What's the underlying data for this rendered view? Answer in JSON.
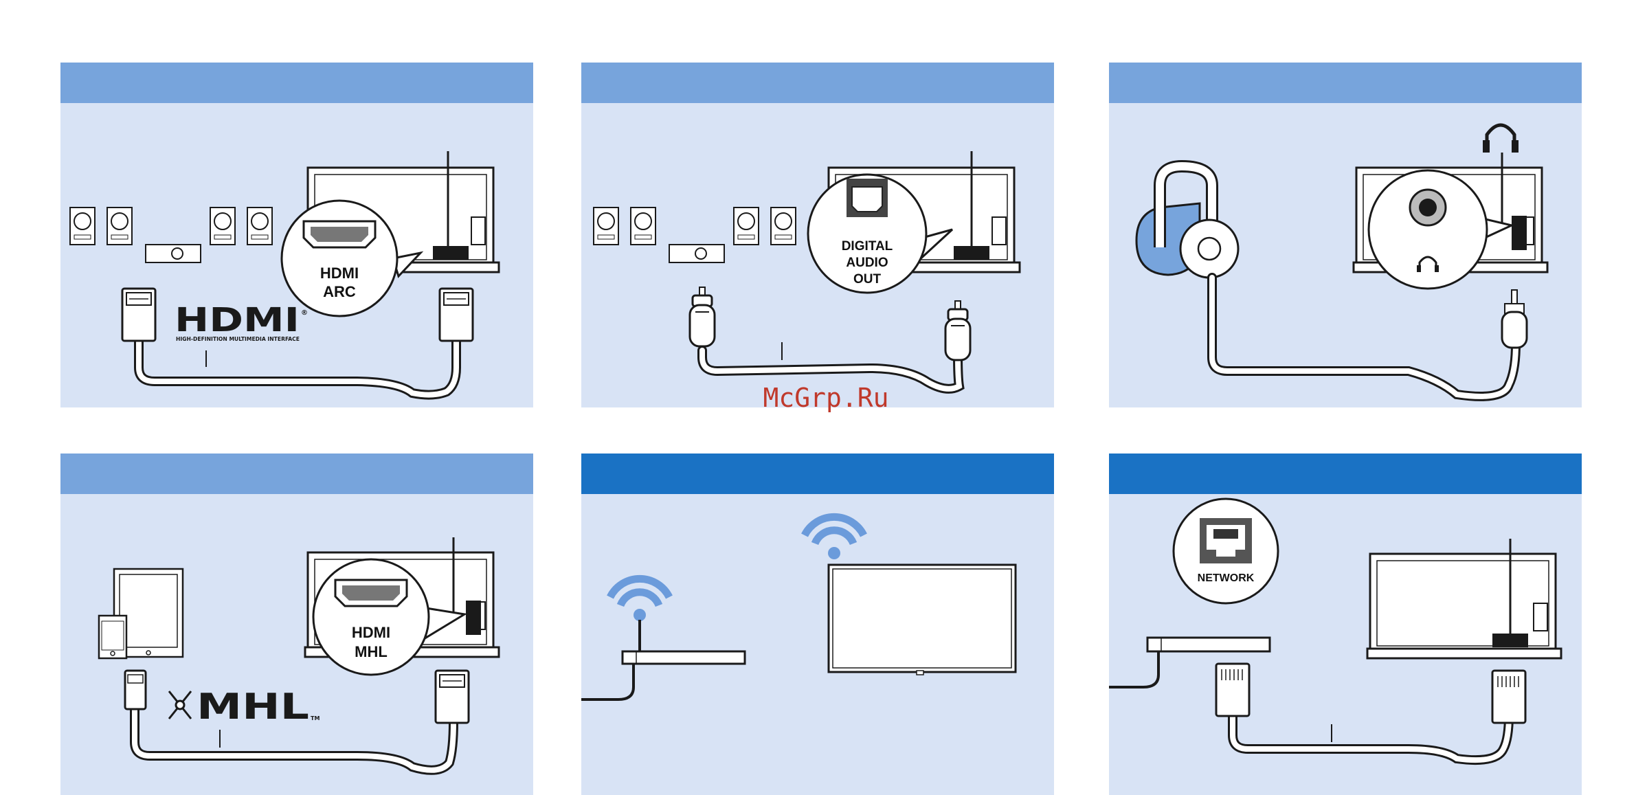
{
  "colors": {
    "panel_bg": "#d8e3f5",
    "header_light": "#77a4dc",
    "header_dark": "#1a72c4",
    "wifi": "#6b9bdb",
    "chromecast": "#77a4dc",
    "watermark": "#c0392b"
  },
  "panels": {
    "hdmi_arc": {
      "callout_line1": "HDMI",
      "callout_line2": "ARC",
      "logo_text": "HDMI",
      "logo_tagline": "HIGH-DEFINITION MULTIMEDIA INTERFACE"
    },
    "digital_audio": {
      "callout_line1": "DIGITAL",
      "callout_line2": "AUDIO",
      "callout_line3": "OUT"
    },
    "headphones": {},
    "mhl": {
      "callout_line1": "HDMI",
      "callout_line2": "MHL",
      "logo_text": "MHL",
      "logo_tm": "TM"
    },
    "wifi": {},
    "network": {
      "callout_label": "NETWORK"
    }
  },
  "watermark": "McGrp.Ru",
  "icons": [
    "speaker-icon",
    "subwoofer-icon",
    "tv-back-icon",
    "hdmi-port-icon",
    "hdmi-plug-icon",
    "optical-port-icon",
    "rca-plug-icon",
    "headphones-icon",
    "headphone-jack-icon",
    "audio-jack-plug-icon",
    "chromecast-icon",
    "tablet-icon",
    "phone-icon",
    "router-icon",
    "wifi-icon",
    "tv-front-icon",
    "ethernet-port-icon",
    "rj45-plug-icon"
  ]
}
